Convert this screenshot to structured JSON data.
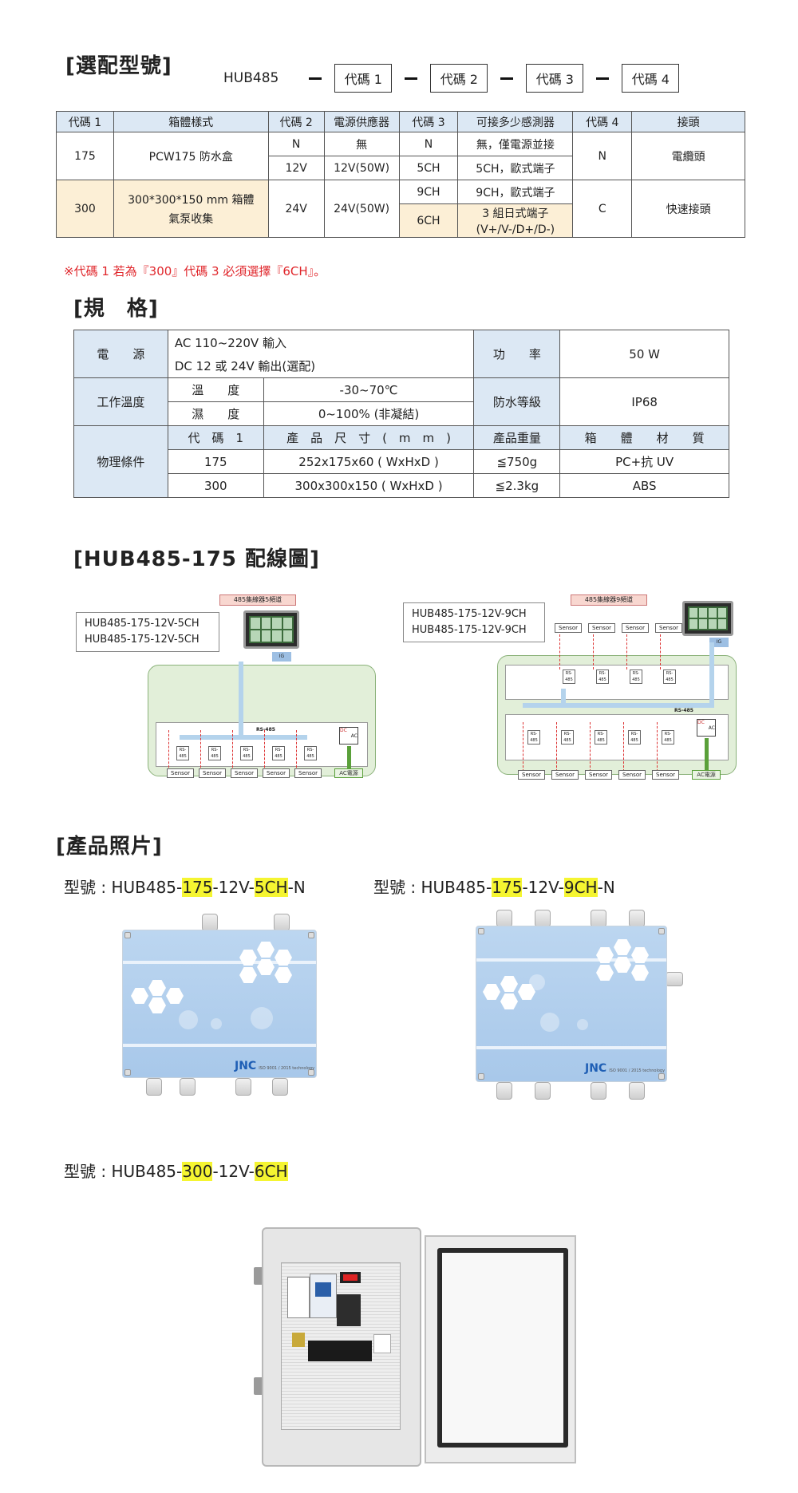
{
  "select": {
    "heading": "[選配型號]",
    "prefix": "HUB485",
    "codes": [
      "代碼 1",
      "代碼 2",
      "代碼 3",
      "代碼 4"
    ],
    "headers": [
      "代碼 1",
      "箱體樣式",
      "代碼 2",
      "電源供應器",
      "代碼 3",
      "可接多少感測器",
      "代碼 4",
      "接頭"
    ],
    "r1": {
      "code1": "175",
      "box": "PCW175 防水盒",
      "c2a": "N",
      "psa": "無",
      "c3a": "N",
      "sensa": "無，僅電源並接",
      "c4": "N",
      "conn": "電纜頭"
    },
    "r2": {
      "c2b": "12V",
      "psb": "12V(50W)",
      "c3b": "5CH",
      "sensb": "5CH，歐式端子"
    },
    "r3": {
      "code1": "300",
      "box1": "300*300*150 mm 箱體",
      "box2": "氣泵收集",
      "c2": "24V",
      "ps": "24V(50W)",
      "c3a": "9CH",
      "sensa": "9CH，歐式端子",
      "c3b": "6CH",
      "sensb1": "3 組日式端子",
      "sensb2": "(V+/V-/D+/D-)",
      "c4": "C",
      "conn": "快速接頭"
    },
    "note": "※代碼 1 若為『300』代碼 3 必須選擇『6CH』。"
  },
  "spec": {
    "heading": "[規　格]",
    "power_lbl": "電　　源",
    "power_1": "AC 110~220V 輸入",
    "power_2": "DC 12 或 24V 輸出(選配)",
    "watt_lbl": "功　　率",
    "watt": "50 W",
    "temp_lbl": "工作溫度",
    "temp_sub": "溫　　度",
    "temp": "-30~70℃",
    "hum_sub": "濕　　度",
    "hum": "0~100% (非凝結)",
    "ip_lbl": "防水等級",
    "ip": "IP68",
    "phys_lbl": "物理條件",
    "ph_code": "代　碼　1",
    "ph_size": "產　品　尺　寸　(　m　m　)",
    "ph_weight": "產品重量",
    "ph_mat": "箱　　體　　材　　質",
    "rows": [
      {
        "code": "175",
        "size": "252x175x60 ( WxHxD )",
        "weight": "≦750g",
        "mat": "PC+抗 UV"
      },
      {
        "code": "300",
        "size": "300x300x150 ( WxHxD )",
        "weight": "≦2.3kg",
        "mat": "ABS"
      }
    ]
  },
  "wiring": {
    "heading": "[HUB485-175 配線圖]",
    "left": {
      "title": "485集線器5頻道",
      "label1": "HUB485-175-12V-5CH",
      "label2": "HUB485-175-12V-5CH",
      "bus": "RS-485",
      "rs": "RS-485",
      "sensor": "Sensor",
      "dc": "DC",
      "ac": "AC",
      "ac_power": "AC電源",
      "ig": "IG"
    },
    "right": {
      "title": "485集線器9頻道",
      "label1": "HUB485-175-12V-9CH",
      "label2": "HUB485-175-12V-9CH",
      "bus": "RS-485",
      "rs": "RS-485",
      "sensor": "Sensor",
      "dc": "DC",
      "ac": "AC",
      "ac_power": "AC電源",
      "ig": "IG"
    }
  },
  "photos": {
    "heading": "[產品照片]",
    "m1": {
      "pre": "型號 : HUB485-",
      "a": "175",
      "mid": "-12V-",
      "b": "5CH",
      "post": "-N"
    },
    "m2": {
      "pre": "型號 : HUB485-",
      "a": "175",
      "mid": "-12V-",
      "b": "9CH",
      "post": "-N"
    },
    "m3": {
      "pre": "型號 : HUB485-",
      "a": "300",
      "mid": "-12V-",
      "b": "6CH",
      "post": ""
    },
    "logo": "JNC",
    "logo_sub": "ISO 9001 / 2015 technology"
  },
  "colors": {
    "header_blue": "#dce8f4",
    "beige": "#fcefd6",
    "note_red": "#e0262b",
    "highlight": "#f5f531"
  }
}
